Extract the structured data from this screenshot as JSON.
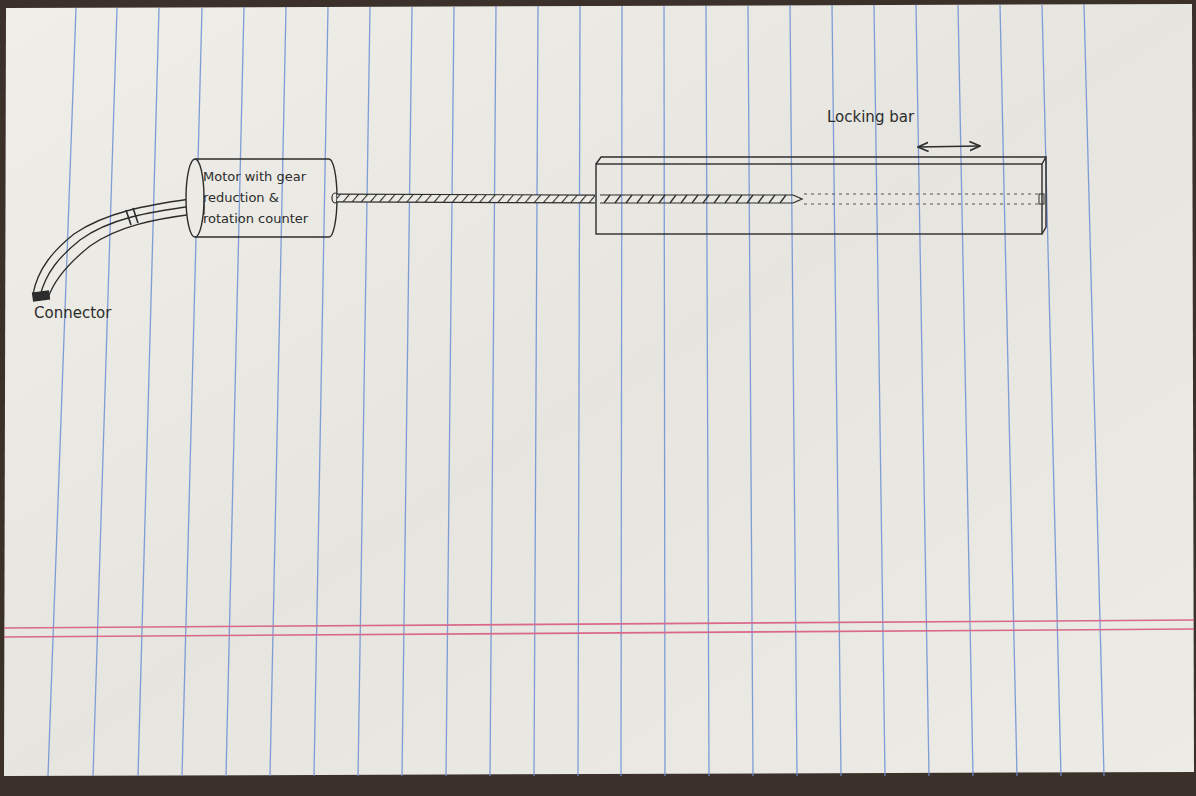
{
  "diagram": {
    "nodes": [
      {
        "text": [
          "Motor with gear reduction & rotation counter"
        ]
      },
      {
        "text": [
          "Locking bar"
        ]
      }
    ],
    "edges": [
      {
        "from": 0,
        "to": 1,
        "arrow": "none"
      }
    ],
    "labels": [
      "Connector"
    ]
  }
}
